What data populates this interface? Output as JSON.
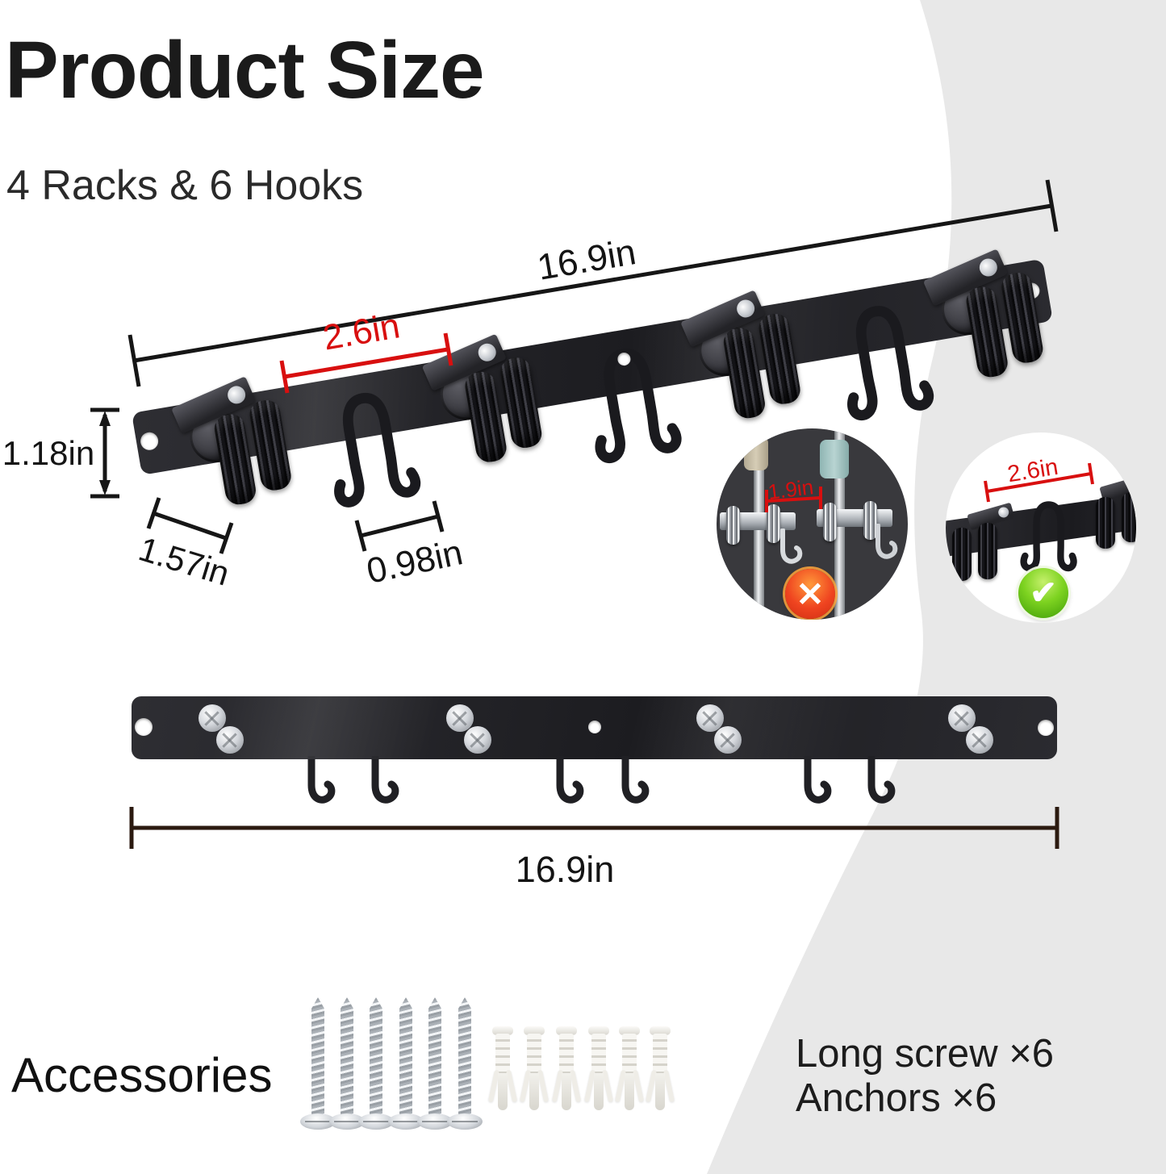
{
  "header": {
    "title": "Product Size",
    "subtitle": "4 Racks & 6 Hooks"
  },
  "top_view": {
    "total_length": "16.9in",
    "rack_spacing": "2.6in",
    "bar_height": "1.18in",
    "rack_width": "1.57in",
    "hook_gap": "0.98in",
    "rack_count": 4,
    "hook_pair_count": 3
  },
  "insets": {
    "wrong": {
      "dim": "1.9in",
      "icon": "✕"
    },
    "right": {
      "dim": "2.6in",
      "icon": "✔"
    }
  },
  "front_view": {
    "total_length": "16.9in",
    "screw_pair_count": 4,
    "hook_count": 6
  },
  "accessories": {
    "label": "Accessories",
    "screw_count": 6,
    "anchor_count": 6,
    "lines": [
      {
        "text": "Long screw ×6"
      },
      {
        "text": "Anchors ×6"
      }
    ]
  },
  "colors": {
    "background_gray": "#e8e8e8",
    "dimension_red": "#d80f0f",
    "line_dark": "#161616",
    "line_brown": "#2b1a10",
    "check_green": "#3f9d06",
    "cross_red": "#ef4420"
  }
}
